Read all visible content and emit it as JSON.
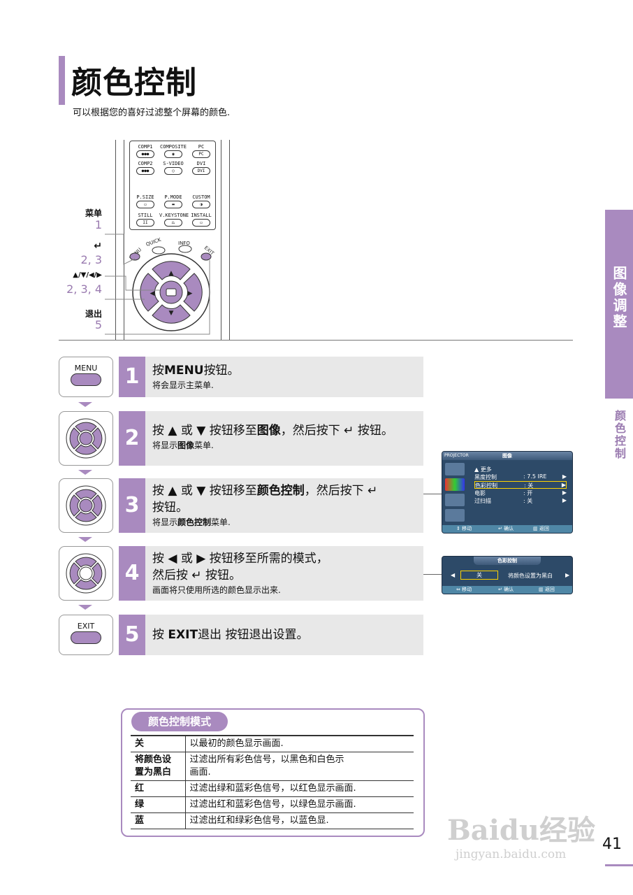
{
  "header": {
    "title": "颜色控制",
    "subtitle": "可以根据您的喜好过滤整个屏幕的颜色."
  },
  "side_tab": {
    "section": "图像调整",
    "topic": "颜色控制"
  },
  "remote": {
    "keys": [
      "COMP1",
      "COMPOSITE",
      "PC",
      "COMP2",
      "S-VIDEO",
      "DVI",
      "P.SIZE",
      "P.MODE",
      "CUSTOM",
      "STILL",
      "V.KEYSTONE",
      "INSTALL"
    ],
    "ring_labels": [
      "MENU",
      "QUICK",
      "INFO",
      "EXIT"
    ],
    "callouts": [
      {
        "label": "菜单",
        "num": "1"
      },
      {
        "label": "↵",
        "num": "2, 3"
      },
      {
        "label": "▲/▼/◀/▶",
        "num": "2, 3, 4"
      },
      {
        "label": "退出",
        "num": "5"
      }
    ]
  },
  "steps": [
    {
      "num": "1",
      "icon": "MENU",
      "main_html": "按<b>MENU</b>按钮。",
      "sub_html": "将会显示主菜单."
    },
    {
      "num": "2",
      "icon": "dpad",
      "main_html": "按 ▲ 或 ▼ 按钮移至<b>图像</b>，然后按下 ↵ 按钮。",
      "sub_html": "将显示<b>图像</b>菜单."
    },
    {
      "num": "3",
      "icon": "dpad",
      "main_html": "按 ▲ 或 ▼ 按钮移至<b>颜色控制</b>，然后按下 ↵<br>按钮。",
      "sub_html": "将显示<b>颜色控制</b>菜单."
    },
    {
      "num": "4",
      "icon": "dpad",
      "main_html": "按 ◀ 或 ▶ 按钮移至所需的模式，<br>然后按 ↵ 按钮。",
      "sub_html": "画面将只使用所选的颜色显示出来."
    },
    {
      "num": "5",
      "icon": "EXIT",
      "main_html": "按 <b>EXIT</b>退出 按钮退出设置。",
      "sub_html": ""
    }
  ],
  "osd_picture": {
    "brand": "PROJECTOR",
    "title": "图像",
    "rows": [
      {
        "label": "▲ 更多",
        "value": "",
        "arrow": ""
      },
      {
        "label": "黑度控制",
        "value": ": 7.5 IRE",
        "arrow": "▶"
      },
      {
        "label": "色彩控制",
        "value": ": 关",
        "arrow": "▶"
      },
      {
        "label": "电影",
        "value": ": 开",
        "arrow": "▶"
      },
      {
        "label": "过扫描",
        "value": ": 关",
        "arrow": "▶"
      }
    ],
    "footer": [
      "移动",
      "确认",
      "返回"
    ]
  },
  "osd_color": {
    "title": "色彩控制",
    "value": "关",
    "desc": "将颜色设置为黑白",
    "footer": [
      "移动",
      "确认",
      "返回"
    ]
  },
  "modes_table": {
    "title": "颜色控制模式",
    "rows": [
      {
        "key": "关",
        "desc": "以最初的颜色显示画面."
      },
      {
        "key": "将颜色设\n置为黑白",
        "desc": "过滤出所有彩色信号，以黑色和白色示\n画面."
      },
      {
        "key": "红",
        "desc": "过滤出绿和蓝彩色信号，以红色显示画面."
      },
      {
        "key": "绿",
        "desc": "过滤出红和蓝彩色信号，以绿色显示画面."
      },
      {
        "key": "蓝",
        "desc": "过滤出红和绿彩色信号，以蓝色显."
      }
    ]
  },
  "page_number": "41",
  "watermark": {
    "logo": "Baidu经验",
    "url": "jingyan.baidu.com"
  },
  "colors": {
    "accent": "#a98abf",
    "step_bg": "#e8e8e8",
    "osd": "#2d4a68"
  }
}
